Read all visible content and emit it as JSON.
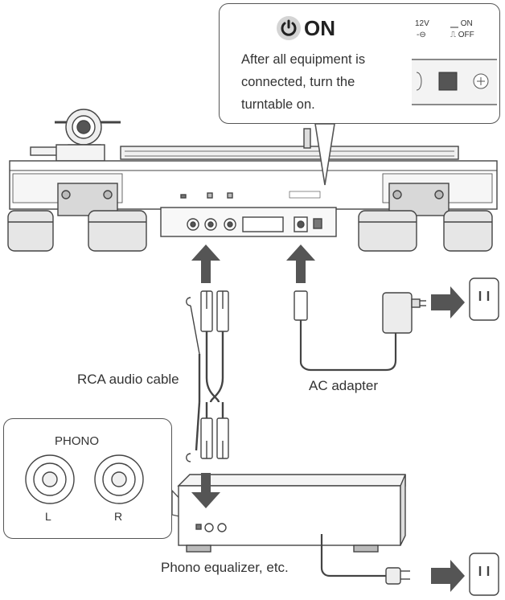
{
  "callout": {
    "title": "ON",
    "description": "After all equipment is\nconnected, turn the\nturntable on.",
    "switch_voltage": "12V",
    "switch_polarity": "-⊖",
    "switch_on": "ON",
    "switch_off": "OFF"
  },
  "labels": {
    "rca_cable": "RCA audio cable",
    "ac_adapter": "AC adapter",
    "phono_equalizer": "Phono equalizer, etc."
  },
  "phono_panel": {
    "title": "PHONO",
    "left": "L",
    "right": "R"
  },
  "icons": [
    "power-icon",
    "outlet-icon",
    "arrow-up-icon",
    "arrow-down-icon",
    "arrow-right-icon"
  ],
  "colors": {
    "line": "#444444",
    "fill_light": "#e6e6e6",
    "fill_mid": "#bdbdbd",
    "arrow": "#555555"
  }
}
